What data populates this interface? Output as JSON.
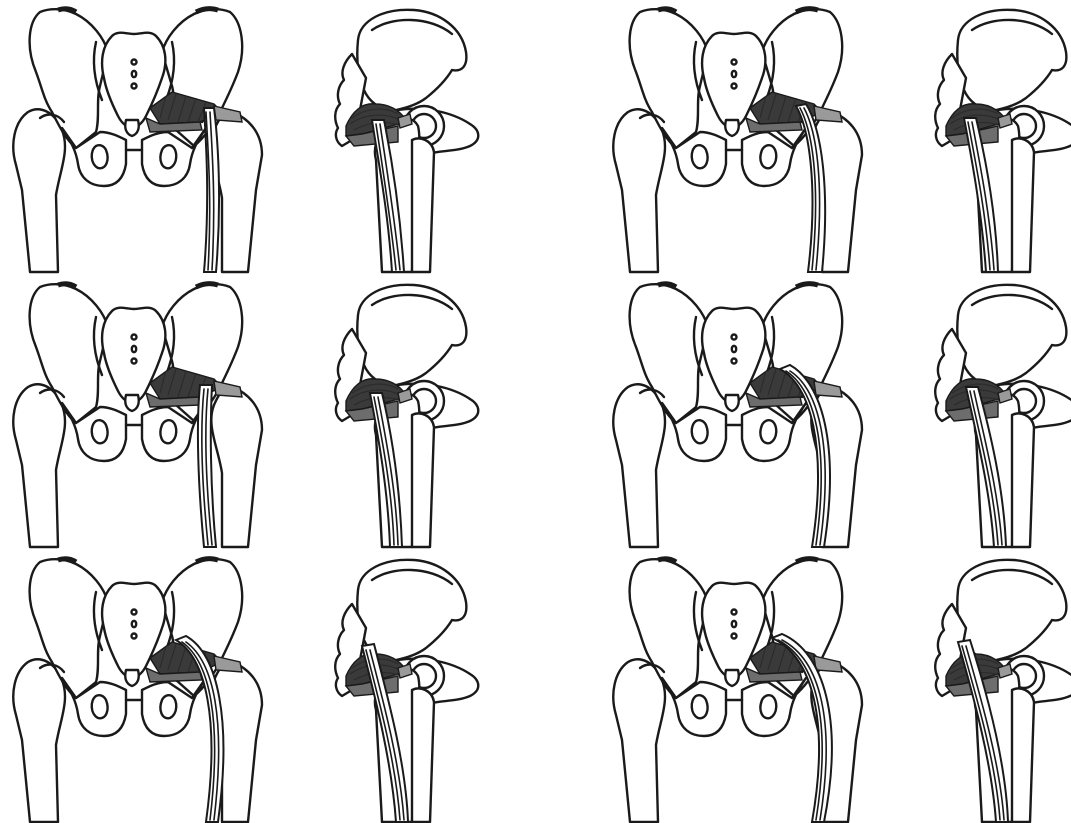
{
  "colors": {
    "background": "#ffffff",
    "outline": "#1a1a1a",
    "muscle_dark": "#3a3a3a",
    "muscle_mid": "#6d6d6d",
    "muscle_light": "#9a9a9a"
  },
  "figure": {
    "rows": 3,
    "columns": 2,
    "panels": [
      {
        "row": 1,
        "column": 1,
        "tendon_variant": 1
      },
      {
        "row": 1,
        "column": 2,
        "tendon_variant": 2
      },
      {
        "row": 2,
        "column": 1,
        "tendon_variant": 3
      },
      {
        "row": 2,
        "column": 2,
        "tendon_variant": 4
      },
      {
        "row": 3,
        "column": 1,
        "tendon_variant": 5
      },
      {
        "row": 3,
        "column": 2,
        "tendon_variant": 6
      }
    ],
    "views": [
      "anterior-pelvis-view",
      "lateral-hip-view"
    ]
  }
}
